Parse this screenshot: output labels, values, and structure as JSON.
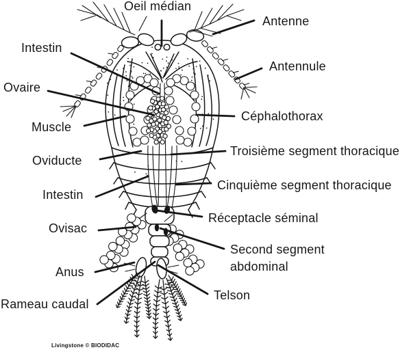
{
  "figure": {
    "background": "#ffffff",
    "ink": "#161616",
    "credit": "Livingstone © BIODIDAC"
  },
  "labels": {
    "oeil_median": "Oeil médian",
    "antenne": "Antenne",
    "intestin_haut": "Intestin",
    "antennule": "Antennule",
    "ovaire": "Ovaire",
    "cephalothorax": "Céphalothorax",
    "muscle": "Muscle",
    "oviducte": "Oviducte",
    "troisieme_segment_thoracique": "Troisième segment thoracique",
    "cinquieme_segment_thoracique": "Cinquième segment thoracique",
    "intestin_bas": "Intestin",
    "receptacle_seminal": "Réceptacle séminal",
    "ovisac": "Ovisac",
    "second_segment_abdominal_l1": "Second segment",
    "second_segment_abdominal_l2": "abdominal",
    "anus": "Anus",
    "telson": "Telson",
    "rameau_caudal": "Rameau caudal"
  }
}
